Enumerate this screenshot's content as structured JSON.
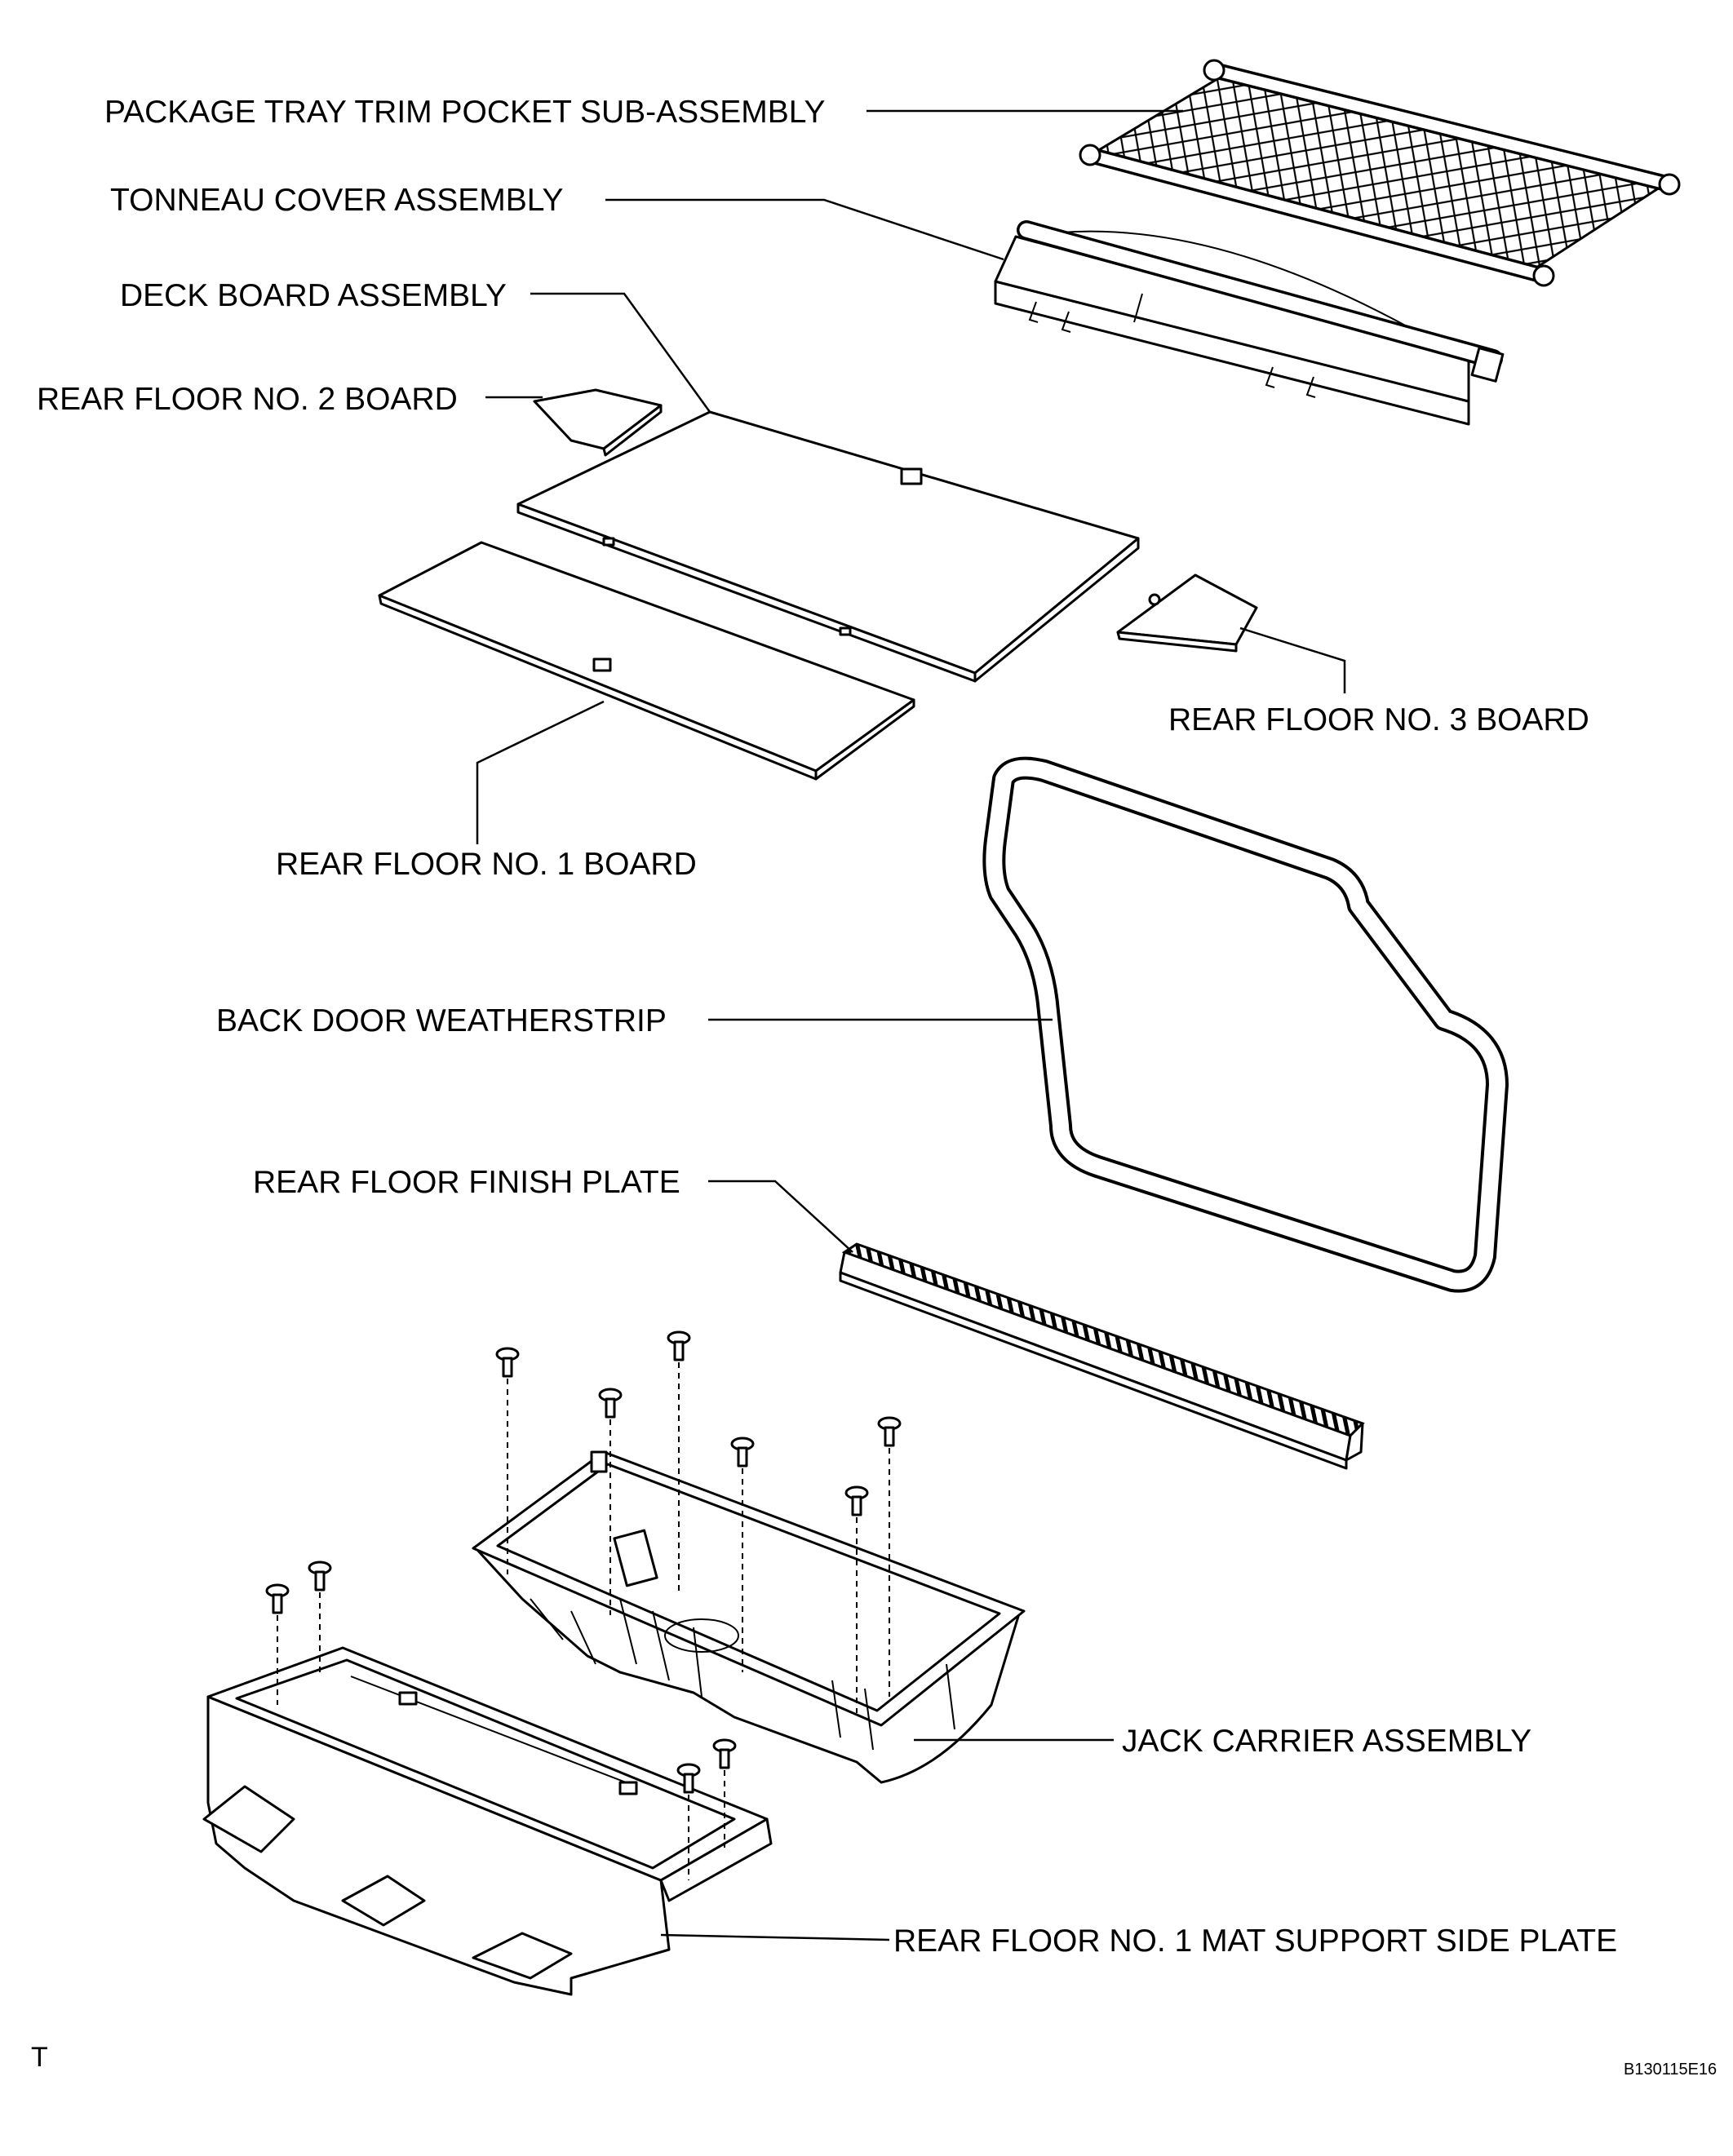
{
  "labels": {
    "package_tray": "PACKAGE TRAY TRIM POCKET SUB-ASSEMBLY",
    "tonneau_cover": "TONNEAU COVER ASSEMBLY",
    "deck_board": "DECK BOARD ASSEMBLY",
    "rear_floor_no2": "REAR FLOOR NO. 2 BOARD",
    "rear_floor_no3": "REAR FLOOR NO. 3 BOARD",
    "rear_floor_no1": "REAR FLOOR NO. 1 BOARD",
    "back_door_weatherstrip": "BACK DOOR WEATHERSTRIP",
    "rear_floor_finish_plate": "REAR FLOOR FINISH PLATE",
    "jack_carrier": "JACK CARRIER ASSEMBLY",
    "mat_support_side_plate": "REAR FLOOR NO. 1 MAT SUPPORT SIDE PLATE"
  },
  "corner_mark": "T",
  "figure_code": "B130115E16"
}
